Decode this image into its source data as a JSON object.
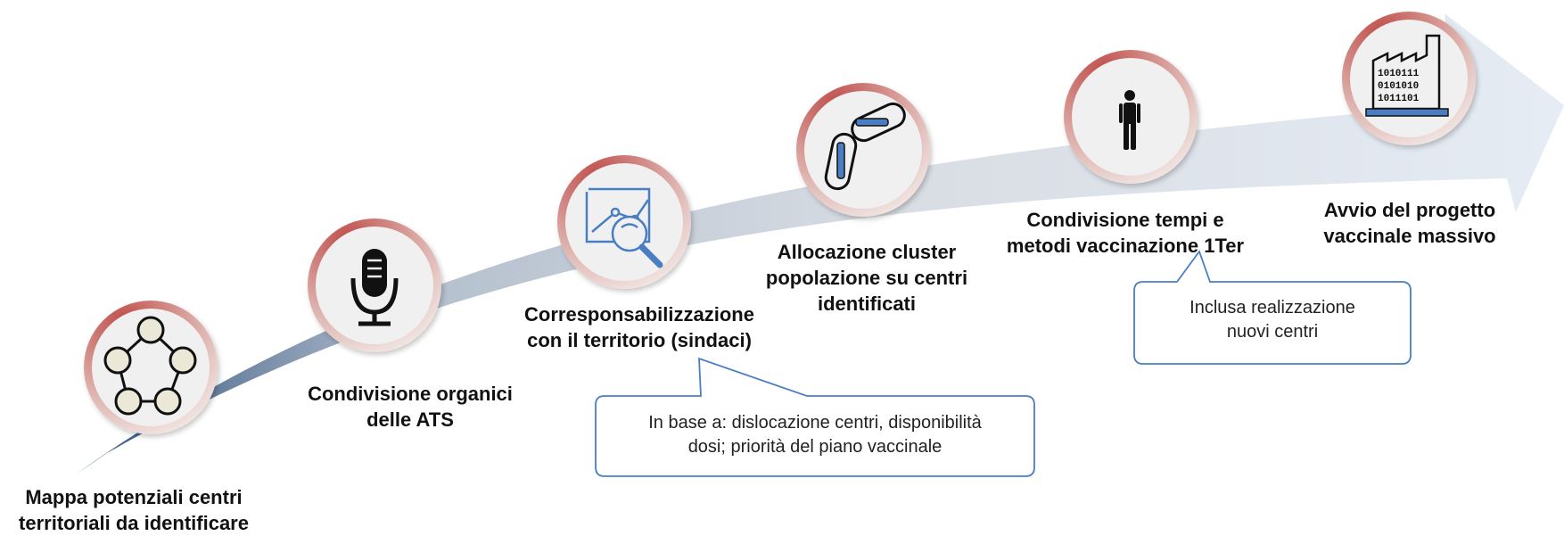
{
  "colors": {
    "arrow_dark": "#2e4f7c",
    "arrow_light": "#e3e9f2",
    "ring_red": "#c0504d",
    "circle_fill": "#f0f0f0",
    "callout_border": "#4a7ec2",
    "icon_blue": "#4a7ec2"
  },
  "steps": [
    {
      "id": "mappa",
      "icon": "network-pentagon-icon",
      "label_lines": [
        "Mappa potenziali centri",
        "territoriali da identificare"
      ]
    },
    {
      "id": "organici",
      "icon": "microphone-icon",
      "label_lines": [
        "Condivisione organici",
        "delle ATS"
      ]
    },
    {
      "id": "territorio",
      "icon": "chart-magnifier-icon",
      "label_lines": [
        "Corresponsabilizzazione",
        "con il territorio (sindaci)"
      ]
    },
    {
      "id": "cluster",
      "icon": "chain-link-icon",
      "label_lines": [
        "Allocazione cluster",
        "popolazione su centri",
        "identificati"
      ]
    },
    {
      "id": "tempi",
      "icon": "person-icon",
      "label_lines": [
        "Condivisione tempi e",
        "metodi vaccinazione 1Ter"
      ]
    },
    {
      "id": "avvio",
      "icon": "factory-data-icon",
      "label_lines": [
        "Avvio del progetto",
        "vaccinale massivo"
      ]
    }
  ],
  "callouts": [
    {
      "id": "criteri",
      "lines": [
        "In base a: dislocazione centri, disponibilità",
        "dosi; priorità del piano vaccinale"
      ]
    },
    {
      "id": "nuovi-centri",
      "lines": [
        "Inclusa realizzazione",
        "nuovi centri"
      ]
    }
  ]
}
